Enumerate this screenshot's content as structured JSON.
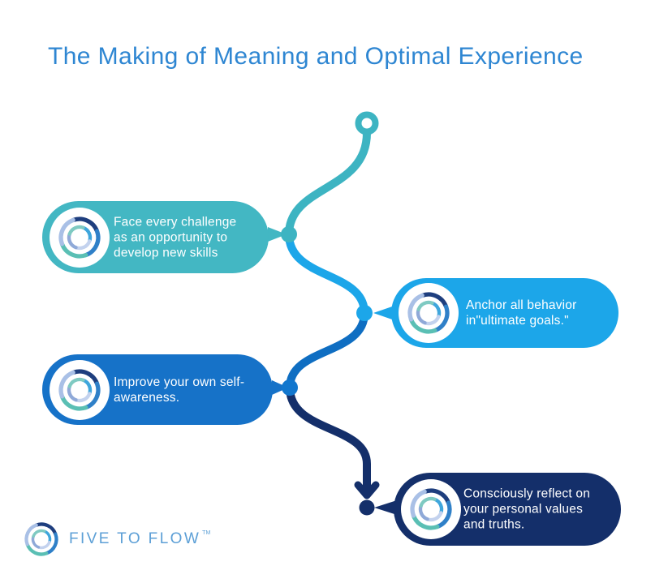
{
  "title": "The Making of Meaning and Optimal Experience",
  "steps": [
    {
      "order": 1,
      "color": "#43b7c3",
      "text": "Face every challenge as an opportunity to develop new skills",
      "lines": [
        "Face every challenge",
        "as an opportunity to",
        "develop new skills"
      ]
    },
    {
      "order": 2,
      "color": "#1ca6e9",
      "text": "Anchor all behavior in\"ultimate goals.\"",
      "lines": [
        "Anchor all behavior",
        "in\"ultimate goals.\""
      ]
    },
    {
      "order": 3,
      "color": "#1672c8",
      "text": "Improve your own self-awareness.",
      "lines": [
        "Improve your own self-",
        "awareness."
      ]
    },
    {
      "order": 4,
      "color": "#142f6a",
      "text": "Consciously reflect on your personal values and truths.",
      "lines": [
        "Consciously reflect on",
        "your personal values",
        "and truths."
      ]
    }
  ],
  "path": {
    "start_marker": "ring",
    "end_marker": "arrow",
    "segment_colors": [
      "#3db4c2",
      "#1ca6e9",
      "#0f6ec2",
      "#142f6a"
    ],
    "node_colors": [
      "#3db4c2",
      "#1ca6e9",
      "#1277ce",
      "#142f6a"
    ]
  },
  "logo": {
    "wordmark": "FIVE TO FLOW",
    "trademark": "TM"
  },
  "colors": {
    "background": "#ffffff",
    "title_text": "#2e86d2",
    "pill_text": "#ffffff",
    "logo_text": "#5c9fd6"
  }
}
